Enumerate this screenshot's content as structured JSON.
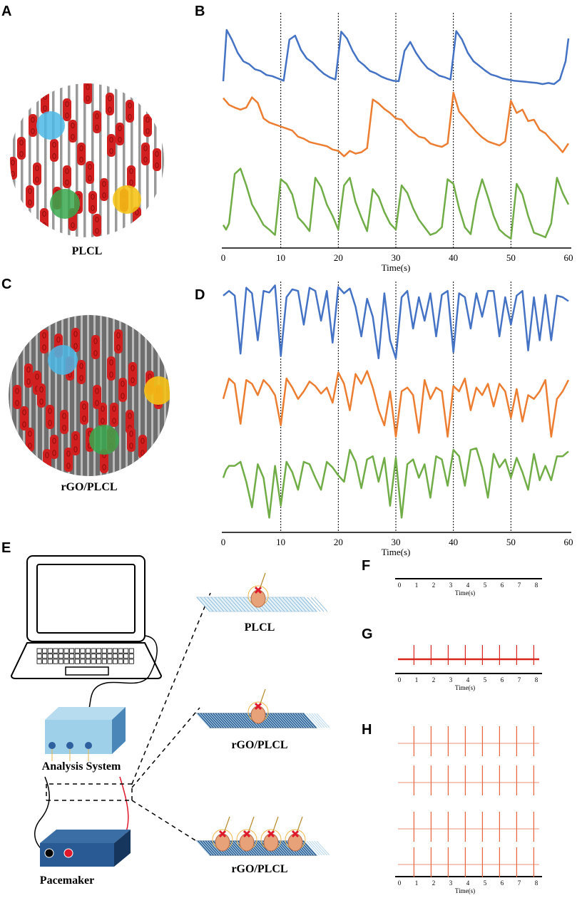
{
  "panels": {
    "A": "A",
    "B": "B",
    "C": "C",
    "D": "D",
    "E": "E",
    "F": "F",
    "G": "G",
    "H": "H"
  },
  "labels": {
    "plcl_a": "PLCL",
    "rgo_c": "rGO/PLCL",
    "analysis_system": "Analysis System",
    "pacemaker": "Pacemaker",
    "e_plcl": "PLCL",
    "e_rgo_1": "rGO/PLCL",
    "e_rgo_2": "rGO/PLCL"
  },
  "colors": {
    "blue": "#4472c4",
    "orange": "#ed7d31",
    "green": "#70ad47",
    "ecg_red": "#d9261c",
    "ecg_light": "#e8643e"
  },
  "chart_data": [
    {
      "id": "B",
      "type": "line",
      "xlabel": "Time(s)",
      "xlim": [
        0,
        60
      ],
      "xticks": [
        0,
        10,
        20,
        30,
        40,
        50,
        60
      ],
      "vlines": [
        10,
        20,
        30,
        40,
        50
      ],
      "series": [
        {
          "color": "#4472c4",
          "x": [
            0,
            0.6,
            1.5,
            2.5,
            3.5,
            4.5,
            5.5,
            6.5,
            7.5,
            8.5,
            9.5,
            10.5,
            11.5,
            12.5,
            13.5,
            14.5,
            15.5,
            16.5,
            17.5,
            18.5,
            19.5,
            20.5,
            21.5,
            22.5,
            23.5,
            24.5,
            25.5,
            26.5,
            27.5,
            28.5,
            29.5,
            30.5,
            31.5,
            32.5,
            33.5,
            34.5,
            35.5,
            36.5,
            37.5,
            38.5,
            39.5,
            40.5,
            41.5,
            42.5,
            43.5,
            44.5,
            45.5,
            46.5,
            47.5,
            48.5,
            49.5,
            50.5,
            51.5,
            52.5,
            53.5,
            54.5,
            55.5,
            56.5,
            57.5,
            58.5,
            59.5,
            60
          ],
          "y": [
            0.05,
            0.95,
            0.78,
            0.55,
            0.4,
            0.35,
            0.26,
            0.23,
            0.16,
            0.14,
            0.1,
            0.06,
            0.78,
            0.85,
            0.6,
            0.45,
            0.38,
            0.27,
            0.18,
            0.12,
            0.08,
            0.92,
            0.8,
            0.58,
            0.41,
            0.33,
            0.23,
            0.19,
            0.13,
            0.09,
            0.06,
            0.05,
            0.58,
            0.74,
            0.55,
            0.4,
            0.28,
            0.22,
            0.15,
            0.12,
            0.08,
            0.93,
            0.78,
            0.55,
            0.4,
            0.32,
            0.24,
            0.17,
            0.14,
            0.1,
            0.08,
            0.06,
            0.05,
            0.04,
            0.03,
            0.02,
            0.0,
            0.02,
            0.0,
            0.08,
            0.4,
            0.8
          ]
        },
        {
          "color": "#ed7d31",
          "x": [
            0,
            1,
            2,
            3,
            4,
            5,
            6,
            7,
            8,
            9,
            10,
            11,
            12,
            13,
            14,
            15,
            16,
            17,
            18,
            19,
            20,
            21,
            22,
            23,
            24,
            25,
            26,
            27,
            28,
            29,
            30,
            31,
            32,
            33,
            34,
            35,
            36,
            37,
            38,
            39,
            40,
            41,
            42,
            43,
            44,
            45,
            46,
            47,
            48,
            49,
            50,
            51,
            52,
            53,
            54,
            55,
            56,
            57,
            58,
            59,
            60
          ],
          "y": [
            0.92,
            0.82,
            0.78,
            0.75,
            0.78,
            0.93,
            0.85,
            0.62,
            0.56,
            0.53,
            0.5,
            0.47,
            0.44,
            0.35,
            0.32,
            0.27,
            0.25,
            0.23,
            0.21,
            0.16,
            0.14,
            0.06,
            0.14,
            0.1,
            0.12,
            0.18,
            0.9,
            0.84,
            0.76,
            0.7,
            0.62,
            0.6,
            0.5,
            0.42,
            0.35,
            0.33,
            0.25,
            0.22,
            0.2,
            0.25,
            1.0,
            0.72,
            0.62,
            0.52,
            0.42,
            0.34,
            0.28,
            0.25,
            0.22,
            0.28,
            0.88,
            0.7,
            0.75,
            0.58,
            0.6,
            0.45,
            0.4,
            0.3,
            0.22,
            0.12,
            0.25
          ]
        },
        {
          "color": "#70ad47",
          "x": [
            0,
            0.5,
            1,
            2,
            3,
            4,
            5,
            6,
            7,
            8,
            9,
            10,
            11,
            12,
            13,
            14,
            15,
            16,
            17,
            18,
            19,
            20,
            21,
            22,
            23,
            24,
            25,
            26,
            27,
            28,
            29,
            30,
            31,
            32,
            33,
            34,
            35,
            36,
            37,
            38,
            39,
            40,
            41,
            42,
            43,
            44,
            45,
            46,
            47,
            48,
            49,
            50,
            51,
            52,
            53,
            54,
            55,
            56,
            57,
            58,
            59,
            60
          ],
          "y": [
            0.18,
            0.12,
            0.2,
            0.85,
            0.92,
            0.7,
            0.45,
            0.32,
            0.18,
            0.12,
            0.05,
            0.78,
            0.72,
            0.58,
            0.28,
            0.2,
            0.1,
            0.8,
            0.68,
            0.45,
            0.3,
            0.12,
            0.7,
            0.8,
            0.48,
            0.28,
            0.1,
            0.65,
            0.55,
            0.35,
            0.2,
            0.12,
            0.7,
            0.6,
            0.4,
            0.25,
            0.15,
            0.05,
            0.08,
            0.15,
            0.78,
            0.72,
            0.4,
            0.15,
            0.06,
            0.5,
            0.78,
            0.55,
            0.3,
            0.12,
            0.05,
            0.0,
            0.72,
            0.58,
            0.3,
            0.08,
            0.05,
            0.02,
            0.2,
            0.8,
            0.6,
            0.45
          ]
        }
      ]
    },
    {
      "id": "D",
      "type": "line",
      "xlabel": "Time(s)",
      "xlim": [
        0,
        60
      ],
      "xticks": [
        0,
        10,
        20,
        30,
        40,
        50,
        60
      ],
      "vlines": [
        10,
        20,
        30,
        40,
        50
      ],
      "series": [
        {
          "color": "#4472c4",
          "x": [
            0,
            1,
            2,
            3,
            4,
            5,
            6,
            7,
            8,
            9,
            10,
            11,
            12,
            13,
            14,
            15,
            16,
            17,
            18,
            19,
            20,
            21,
            22,
            23,
            24,
            25,
            26,
            27,
            28,
            29,
            30,
            31,
            32,
            33,
            34,
            35,
            36,
            37,
            38,
            39,
            40,
            41,
            42,
            43,
            44,
            45,
            46,
            47,
            48,
            49,
            50,
            51,
            52,
            53,
            54,
            55,
            56,
            57,
            58,
            59,
            60
          ],
          "y": [
            0.82,
            0.88,
            0.82,
            0.08,
            0.92,
            0.85,
            0.25,
            0.88,
            0.86,
            0.95,
            0.05,
            0.8,
            0.9,
            0.88,
            0.45,
            0.92,
            0.88,
            0.5,
            0.88,
            0.22,
            0.93,
            0.85,
            0.91,
            0.68,
            0.3,
            0.78,
            0.55,
            0.02,
            0.85,
            0.25,
            0.02,
            0.8,
            0.88,
            0.4,
            0.8,
            0.5,
            0.85,
            0.3,
            0.83,
            0.88,
            0.1,
            0.85,
            0.8,
            0.4,
            0.85,
            0.55,
            0.88,
            0.88,
            0.3,
            0.8,
            0.45,
            0.82,
            0.88,
            0.12,
            0.8,
            0.25,
            0.83,
            0.25,
            0.82,
            0.8,
            0.75
          ]
        },
        {
          "color": "#ed7d31",
          "x": [
            0,
            1,
            2,
            3,
            4,
            5,
            6,
            7,
            8,
            9,
            10,
            11,
            12,
            13,
            14,
            15,
            16,
            17,
            18,
            19,
            20,
            21,
            22,
            23,
            24,
            25,
            26,
            27,
            28,
            29,
            30,
            31,
            32,
            33,
            34,
            35,
            36,
            37,
            38,
            39,
            40,
            41,
            42,
            43,
            44,
            45,
            46,
            47,
            48,
            49,
            50,
            51,
            52,
            53,
            54,
            55,
            56,
            57,
            58,
            59,
            60
          ],
          "y": [
            0.55,
            0.82,
            0.75,
            0.22,
            0.8,
            0.75,
            0.6,
            0.8,
            0.72,
            0.6,
            0.2,
            0.82,
            0.7,
            0.55,
            0.65,
            0.78,
            0.72,
            0.62,
            0.7,
            0.5,
            0.9,
            0.75,
            0.4,
            0.88,
            0.75,
            0.92,
            0.7,
            0.4,
            0.2,
            0.65,
            0.05,
            0.65,
            0.7,
            0.6,
            0.1,
            0.8,
            0.55,
            0.7,
            0.65,
            0.05,
            0.72,
            0.65,
            0.82,
            0.4,
            0.7,
            0.6,
            0.75,
            0.45,
            0.75,
            0.65,
            0.3,
            0.68,
            0.25,
            0.6,
            0.55,
            0.65,
            0.8,
            0.05,
            0.55,
            0.65,
            0.8
          ]
        },
        {
          "color": "#70ad47",
          "x": [
            0,
            0.5,
            1,
            2,
            3,
            4,
            5,
            6,
            7,
            8,
            9,
            10,
            11,
            12,
            13,
            14,
            15,
            16,
            17,
            18,
            19,
            20,
            21,
            22,
            23,
            24,
            25,
            26,
            27,
            28,
            29,
            30,
            31,
            32,
            33,
            34,
            35,
            36,
            37,
            38,
            39,
            40,
            41,
            42,
            43,
            44,
            45,
            46,
            47,
            48,
            49,
            50,
            51,
            52,
            53,
            54,
            55,
            56,
            57,
            58,
            59,
            60
          ],
          "y": [
            0.55,
            0.65,
            0.7,
            0.7,
            0.75,
            0.5,
            0.18,
            0.72,
            0.55,
            0.05,
            0.7,
            0.2,
            0.75,
            0.62,
            0.4,
            0.75,
            0.72,
            0.55,
            0.4,
            0.75,
            0.68,
            0.58,
            0.5,
            0.9,
            0.75,
            0.42,
            0.78,
            0.82,
            0.5,
            0.8,
            0.2,
            0.8,
            0.05,
            0.72,
            0.78,
            0.55,
            0.72,
            0.3,
            0.82,
            0.78,
            0.45,
            0.9,
            0.82,
            0.45,
            0.9,
            0.92,
            0.68,
            0.3,
            0.85,
            0.68,
            0.78,
            0.55,
            0.8,
            0.62,
            0.4,
            0.85,
            0.52,
            0.7,
            0.52,
            0.82,
            0.82,
            0.88
          ]
        }
      ]
    },
    {
      "id": "F",
      "type": "line",
      "xlabel": "Time(s)",
      "xlim": [
        0,
        8
      ],
      "xticks": [
        0,
        1,
        2,
        3,
        4,
        5,
        6,
        7,
        8
      ],
      "spikes": []
    },
    {
      "id": "G",
      "type": "line",
      "xlabel": "Time(s)",
      "xlim": [
        0,
        8
      ],
      "xticks": [
        0,
        1,
        2,
        3,
        4,
        5,
        6,
        7,
        8
      ],
      "spikes": [
        0.85,
        1.85,
        2.85,
        3.85,
        4.85,
        5.85,
        6.85,
        7.85
      ]
    },
    {
      "id": "H",
      "type": "line",
      "xlabel": "Time(s)",
      "xlim": [
        0,
        8
      ],
      "xticks": [
        0,
        1,
        2,
        3,
        4,
        5,
        6,
        7,
        8
      ],
      "traces": 4,
      "spikes": [
        0.85,
        1.85,
        2.85,
        3.85,
        4.85,
        5.85,
        6.85,
        7.85
      ]
    }
  ]
}
